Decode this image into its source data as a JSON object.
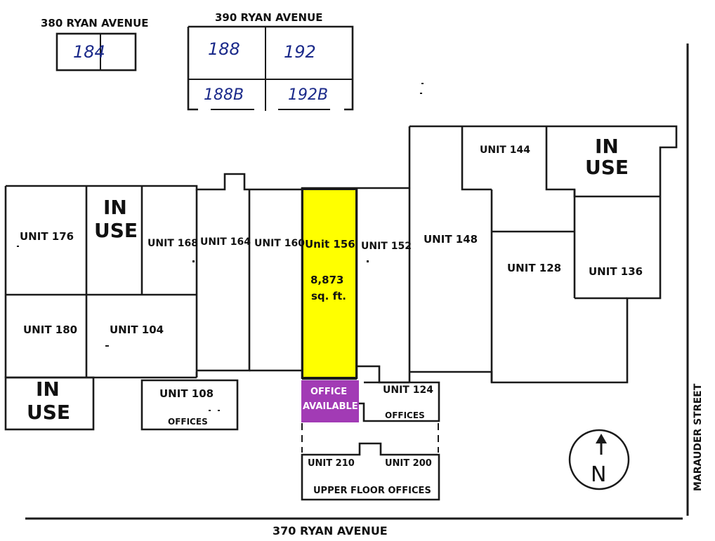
{
  "streets": {
    "ryan_380": "380 RYAN AVENUE",
    "ryan_390": "390 RYAN AVENUE",
    "ryan_370": "370 RYAN AVENUE",
    "marauder": "MARAUDER STREET"
  },
  "small_buildings": {
    "u184": "184",
    "u188": "188",
    "u192": "192",
    "u188b": "188B",
    "u192b": "192B"
  },
  "units": {
    "u176": "UNIT 176",
    "in_use": [
      "IN",
      "USE"
    ],
    "u168": "UNIT 168",
    "u164": "UNIT 164",
    "u160": "UNIT 160",
    "u156": "Unit 156",
    "u156_area_1": "8,873",
    "u156_area_2": "sq. ft.",
    "u152": "UNIT 152",
    "u148": "UNIT 148",
    "u144": "UNIT 144",
    "u128": "UNIT 128",
    "u136": "UNIT 136",
    "u180": "UNIT 180",
    "u104": "UNIT 104",
    "u108": "UNIT 108",
    "offices": "OFFICES",
    "office_available_1": "OFFICE",
    "office_available_2": "AVAILABLE",
    "u124": "UNIT 124",
    "u210": "UNIT 210",
    "u200": "UNIT 200",
    "upper_floor_offices": "UPPER FLOOR OFFICES"
  },
  "compass": {
    "north": "N"
  },
  "colors": {
    "available_unit": "#ffff00",
    "available_office": "#a23bb5",
    "line": "#1a1a1a",
    "handwriting": "#1b2a8a"
  }
}
